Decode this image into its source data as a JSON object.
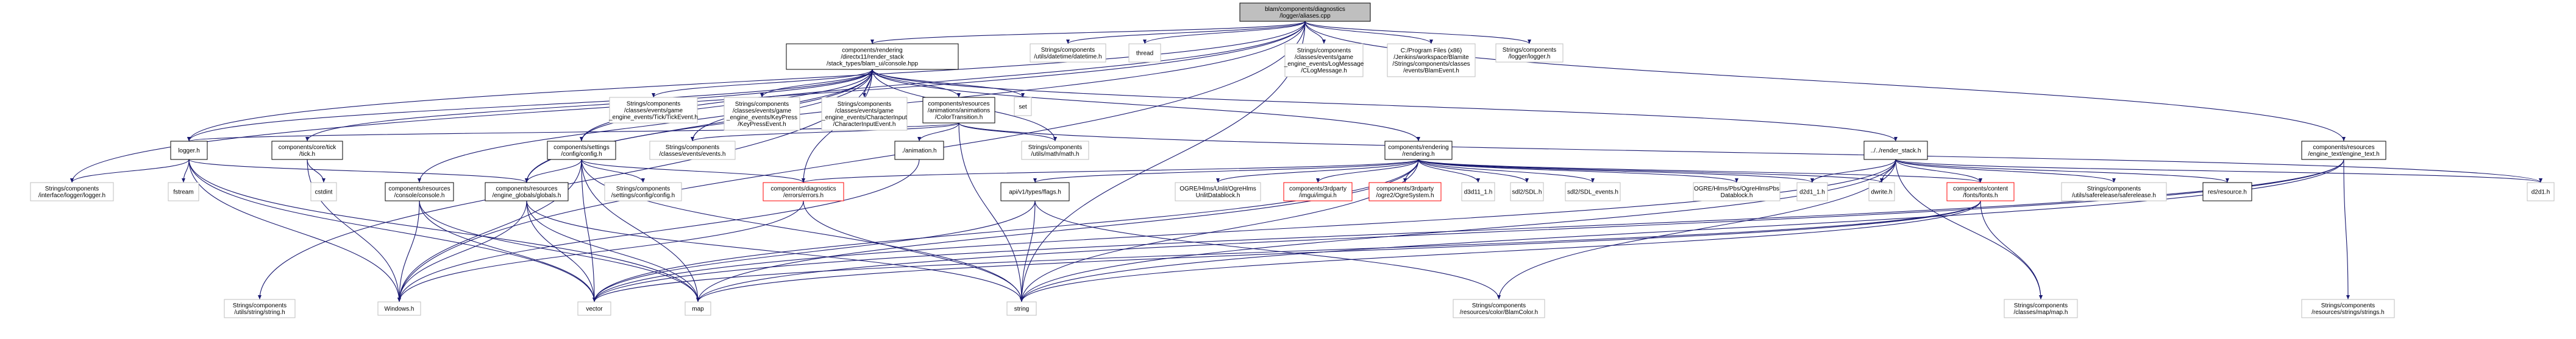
{
  "diagram": {
    "nodes": [
      {
        "id": "root",
        "style": "root",
        "lines": [
          "blam/components/diagnostics",
          "/logger/aliases.cpp"
        ]
      },
      {
        "id": "console",
        "style": "normal",
        "lines": [
          "components/rendering",
          "/directx11/render_stack",
          "/stack_types/blam_ui/console.hpp"
        ]
      },
      {
        "id": "datetime",
        "style": "ext",
        "lines": [
          "Strings/components",
          "/utils/datetime/datetime.h"
        ]
      },
      {
        "id": "thread",
        "style": "ext",
        "lines": [
          "thread"
        ]
      },
      {
        "id": "logmessage",
        "style": "ext",
        "lines": [
          "Strings/components",
          "/classes/events/game",
          "_engine_events/LogMessage",
          "/CLogMessage.h"
        ]
      },
      {
        "id": "blamevent",
        "style": "ext",
        "lines": [
          "C:/Program Files (x86)",
          "/Jenkins/workspace/Blamite",
          "/Strings/components/classes",
          "/events/BlamEvent.h"
        ]
      },
      {
        "id": "loggerlogger",
        "style": "ext",
        "lines": [
          "Strings/components",
          "/logger/logger.h"
        ]
      },
      {
        "id": "ticktick",
        "style": "ext",
        "lines": [
          "Strings/components",
          "/classes/events/game",
          "_engine_events/Tick/TickEvent.h"
        ]
      },
      {
        "id": "keypress",
        "style": "ext",
        "lines": [
          "Strings/components",
          "/classes/events/game",
          "_engine_events/KeyPress",
          "/KeyPressEvent.h"
        ]
      },
      {
        "id": "charinput",
        "style": "ext",
        "lines": [
          "Strings/components",
          "/classes/events/game",
          "_engine_events/CharacterInput",
          "/CharacterInputEvent.h"
        ]
      },
      {
        "id": "colortransition",
        "style": "normal",
        "lines": [
          "components/resources",
          "/animations/animations",
          "/ColorTransition.h"
        ]
      },
      {
        "id": "set",
        "style": "ext",
        "lines": [
          "set"
        ]
      },
      {
        "id": "loggerh",
        "style": "normal",
        "lines": [
          "logger.h"
        ]
      },
      {
        "id": "tickh",
        "style": "normal",
        "lines": [
          "components/core/tick",
          "/tick.h"
        ]
      },
      {
        "id": "config",
        "style": "normal",
        "lines": [
          "components/settings",
          "/config/config.h"
        ]
      },
      {
        "id": "events",
        "style": "ext",
        "lines": [
          "Strings/components",
          "/classes/events/events.h"
        ]
      },
      {
        "id": "animation",
        "style": "normal",
        "lines": [
          "./animation.h"
        ]
      },
      {
        "id": "mathh",
        "style": "ext",
        "lines": [
          "Strings/components",
          "/utils/math/math.h"
        ]
      },
      {
        "id": "rendering",
        "style": "normal",
        "lines": [
          "components/rendering",
          "/rendering.h"
        ]
      },
      {
        "id": "renderstack",
        "style": "normal",
        "lines": [
          "../../render_stack.h"
        ]
      },
      {
        "id": "enginetext",
        "style": "normal",
        "lines": [
          "components/resources",
          "/engine_text/engine_text.h"
        ]
      },
      {
        "id": "ifacelogger",
        "style": "ext",
        "lines": [
          "Strings/components",
          "/interface/logger/logger.h"
        ]
      },
      {
        "id": "fstream",
        "style": "ext",
        "lines": [
          "fstream"
        ]
      },
      {
        "id": "cstdint",
        "style": "ext",
        "lines": [
          "cstdint"
        ]
      },
      {
        "id": "consoleh",
        "style": "normal",
        "lines": [
          "components/resources",
          "/console/console.h"
        ]
      },
      {
        "id": "globals",
        "style": "normal",
        "lines": [
          "components/resources",
          "/engine_globals/globals.h"
        ]
      },
      {
        "id": "settingsconfig",
        "style": "ext",
        "lines": [
          "Strings/components",
          "/settings/config/config.h"
        ]
      },
      {
        "id": "errors",
        "style": "red",
        "lines": [
          "components/diagnostics",
          "/errors/errors.h"
        ]
      },
      {
        "id": "flags",
        "style": "normal",
        "lines": [
          "api/v1/types/flags.h"
        ]
      },
      {
        "id": "unitdatablock",
        "style": "ext",
        "lines": [
          "OGRE/Hlms/Unlit/OgreHlms",
          "UnlitDatablock.h"
        ]
      },
      {
        "id": "imgui",
        "style": "red",
        "lines": [
          "components/3rdparty",
          "/imgui/imgui.h"
        ]
      },
      {
        "id": "ogre2",
        "style": "red",
        "lines": [
          "components/3rdparty",
          "/ogre2/OgreSystem.h"
        ]
      },
      {
        "id": "d3d11",
        "style": "ext",
        "lines": [
          "d3d11_1.h"
        ]
      },
      {
        "id": "sdl",
        "style": "ext",
        "lines": [
          "sdl2/SDL.h"
        ]
      },
      {
        "id": "sdlevents",
        "style": "ext",
        "lines": [
          "sdl2/SDL_events.h"
        ]
      },
      {
        "id": "pbsdatablock",
        "style": "ext",
        "lines": [
          "OGRE/Hlms/Pbs/OgreHlmsPbs",
          "Datablock.h"
        ]
      },
      {
        "id": "d2d1_1",
        "style": "ext",
        "lines": [
          "d2d1_1.h"
        ]
      },
      {
        "id": "dwrite",
        "style": "ext",
        "lines": [
          "dwrite.h"
        ]
      },
      {
        "id": "fonts",
        "style": "red",
        "lines": [
          "components/content",
          "/fonts/fonts.h"
        ]
      },
      {
        "id": "safeRelease",
        "style": "ext",
        "lines": [
          "Strings/components",
          "/utils/saferelease/saferelease.h"
        ]
      },
      {
        "id": "resource",
        "style": "normal",
        "lines": [
          "res/resource.h"
        ]
      },
      {
        "id": "d2d1",
        "style": "ext",
        "lines": [
          "d2d1.h"
        ]
      },
      {
        "id": "stringh",
        "style": "ext",
        "lines": [
          "Strings/components",
          "/utils/string/string.h"
        ]
      },
      {
        "id": "windows",
        "style": "ext",
        "lines": [
          "Windows.h"
        ]
      },
      {
        "id": "vector",
        "style": "ext",
        "lines": [
          "vector"
        ]
      },
      {
        "id": "map",
        "style": "ext",
        "lines": [
          "map"
        ]
      },
      {
        "id": "string",
        "style": "ext",
        "lines": [
          "string"
        ]
      },
      {
        "id": "blamcolor",
        "style": "ext",
        "lines": [
          "Strings/components",
          "/resources/color/BlamColor.h"
        ]
      },
      {
        "id": "mapmap",
        "style": "ext",
        "lines": [
          "Strings/components",
          "/classes/map/map.h"
        ]
      },
      {
        "id": "stringsh",
        "style": "ext",
        "lines": [
          "Strings/components",
          "/resources/strings/strings.h"
        ]
      }
    ],
    "edges": [
      [
        "root",
        "console"
      ],
      [
        "root",
        "datetime"
      ],
      [
        "root",
        "thread"
      ],
      [
        "root",
        "logmessage"
      ],
      [
        "root",
        "blamevent"
      ],
      [
        "root",
        "loggerlogger"
      ],
      [
        "root",
        "loggerh"
      ],
      [
        "root",
        "config"
      ],
      [
        "root",
        "globals"
      ],
      [
        "root",
        "enginetext"
      ],
      [
        "root",
        "ifacelogger"
      ],
      [
        "root",
        "windows"
      ],
      [
        "root",
        "string"
      ],
      [
        "console",
        "ticktick"
      ],
      [
        "console",
        "keypress"
      ],
      [
        "console",
        "charinput"
      ],
      [
        "console",
        "colortransition"
      ],
      [
        "console",
        "set"
      ],
      [
        "console",
        "mathh"
      ],
      [
        "console",
        "loggerh"
      ],
      [
        "console",
        "tickh"
      ],
      [
        "console",
        "config"
      ],
      [
        "console",
        "events"
      ],
      [
        "console",
        "rendering"
      ],
      [
        "console",
        "renderstack"
      ],
      [
        "console",
        "consoleh"
      ],
      [
        "console",
        "globals"
      ],
      [
        "console",
        "errors"
      ],
      [
        "console",
        "stringh"
      ],
      [
        "colortransition",
        "animation"
      ],
      [
        "colortransition",
        "mathh"
      ],
      [
        "colortransition",
        "events"
      ],
      [
        "colortransition",
        "string"
      ],
      [
        "colortransition",
        "d2d1"
      ],
      [
        "colortransition",
        "loggerh"
      ],
      [
        "loggerh",
        "ifacelogger"
      ],
      [
        "loggerh",
        "fstream"
      ],
      [
        "loggerh",
        "globals"
      ],
      [
        "loggerh",
        "windows"
      ],
      [
        "loggerh",
        "vector"
      ],
      [
        "loggerh",
        "map"
      ],
      [
        "tickh",
        "cstdint"
      ],
      [
        "tickh",
        "windows"
      ],
      [
        "config",
        "settingsconfig"
      ],
      [
        "config",
        "globals"
      ],
      [
        "config",
        "errors"
      ],
      [
        "config",
        "windows"
      ],
      [
        "config",
        "vector"
      ],
      [
        "config",
        "map"
      ],
      [
        "config",
        "string"
      ],
      [
        "animation",
        "windows"
      ],
      [
        "consoleh",
        "windows"
      ],
      [
        "consoleh",
        "vector"
      ],
      [
        "consoleh",
        "map"
      ],
      [
        "globals",
        "windows"
      ],
      [
        "globals",
        "vector"
      ],
      [
        "globals",
        "map"
      ],
      [
        "globals",
        "string"
      ],
      [
        "errors",
        "windows"
      ],
      [
        "errors",
        "string"
      ],
      [
        "rendering",
        "errors"
      ],
      [
        "rendering",
        "flags"
      ],
      [
        "rendering",
        "unitdatablock"
      ],
      [
        "rendering",
        "imgui"
      ],
      [
        "rendering",
        "ogre2"
      ],
      [
        "rendering",
        "d3d11"
      ],
      [
        "rendering",
        "sdl"
      ],
      [
        "rendering",
        "sdlevents"
      ],
      [
        "rendering",
        "pbsdatablock"
      ],
      [
        "rendering",
        "d2d1_1"
      ],
      [
        "rendering",
        "dwrite"
      ],
      [
        "rendering",
        "fonts"
      ],
      [
        "rendering",
        "map"
      ],
      [
        "rendering",
        "vector"
      ],
      [
        "rendering",
        "string"
      ],
      [
        "flags",
        "vector"
      ],
      [
        "flags",
        "string"
      ],
      [
        "flags",
        "blamcolor"
      ],
      [
        "renderstack",
        "d2d1_1"
      ],
      [
        "renderstack",
        "dwrite"
      ],
      [
        "renderstack",
        "fonts"
      ],
      [
        "renderstack",
        "safeRelease"
      ],
      [
        "renderstack",
        "resource"
      ],
      [
        "renderstack",
        "d2d1"
      ],
      [
        "renderstack",
        "vector"
      ],
      [
        "renderstack",
        "string"
      ],
      [
        "renderstack",
        "blamcolor"
      ],
      [
        "renderstack",
        "mapmap"
      ],
      [
        "fonts",
        "mapmap"
      ],
      [
        "fonts",
        "vector"
      ],
      [
        "fonts",
        "map"
      ],
      [
        "fonts",
        "string"
      ],
      [
        "enginetext",
        "stringsh"
      ],
      [
        "enginetext",
        "vector"
      ],
      [
        "enginetext",
        "map"
      ],
      [
        "enginetext",
        "string"
      ]
    ]
  }
}
